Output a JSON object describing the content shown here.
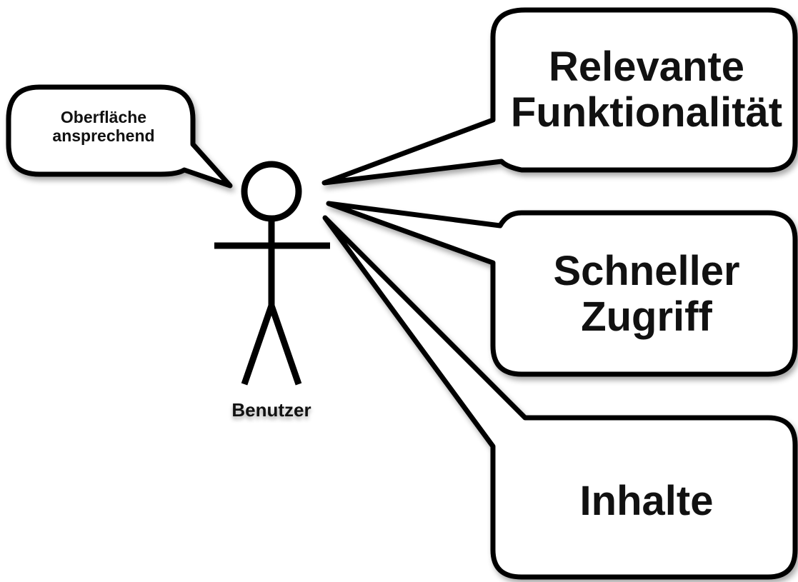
{
  "diagram": {
    "actor": {
      "name": "Benutzer",
      "thought": [
        "Oberfläche",
        "ansprechend"
      ]
    },
    "bubbles": [
      {
        "lines": [
          "Relevante",
          "Funktionalität"
        ]
      },
      {
        "lines": [
          "Schneller",
          "Zugriff"
        ]
      },
      {
        "lines": [
          "Inhalte"
        ]
      }
    ],
    "colors": {
      "stroke": "#000000",
      "fill": "#ffffff",
      "text": "#111111"
    }
  }
}
